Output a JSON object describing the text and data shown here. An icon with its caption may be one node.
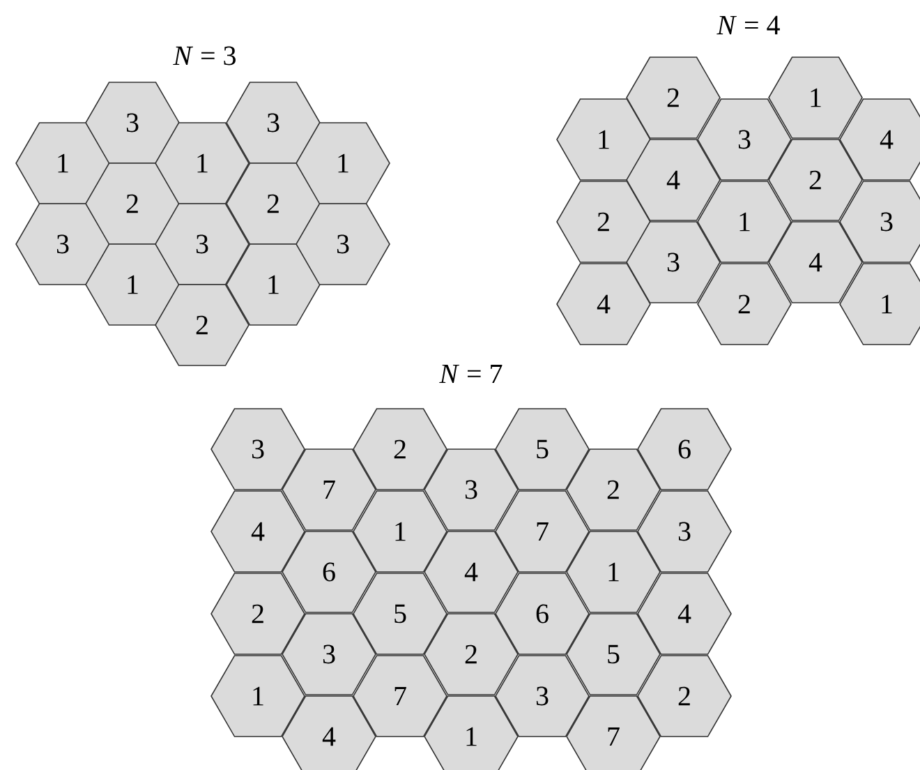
{
  "diagram": {
    "nodes": [
      {
        "text": [
          "1"
        ]
      },
      {
        "text": [
          "3"
        ]
      },
      {
        "text": [
          "3"
        ]
      },
      {
        "text": [
          "2"
        ]
      },
      {
        "text": [
          "1"
        ]
      },
      {
        "text": [
          "1"
        ]
      },
      {
        "text": [
          "3"
        ]
      },
      {
        "text": [
          "2"
        ]
      },
      {
        "text": [
          "3"
        ]
      },
      {
        "text": [
          "2"
        ]
      },
      {
        "text": [
          "1"
        ]
      },
      {
        "text": [
          "1"
        ]
      },
      {
        "text": [
          "3"
        ]
      },
      {
        "text": [
          "1"
        ]
      },
      {
        "text": [
          "2"
        ]
      },
      {
        "text": [
          "4"
        ]
      },
      {
        "text": [
          "2"
        ]
      },
      {
        "text": [
          "4"
        ]
      },
      {
        "text": [
          "3"
        ]
      },
      {
        "text": [
          "3"
        ]
      },
      {
        "text": [
          "1"
        ]
      },
      {
        "text": [
          "2"
        ]
      },
      {
        "text": [
          "1"
        ]
      },
      {
        "text": [
          "2"
        ]
      },
      {
        "text": [
          "4"
        ]
      },
      {
        "text": [
          "4"
        ]
      },
      {
        "text": [
          "3"
        ]
      },
      {
        "text": [
          "1"
        ]
      },
      {
        "text": [
          "3"
        ]
      },
      {
        "text": [
          "4"
        ]
      },
      {
        "text": [
          "2"
        ]
      },
      {
        "text": [
          "1"
        ]
      },
      {
        "text": [
          "7"
        ]
      },
      {
        "text": [
          "6"
        ]
      },
      {
        "text": [
          "3"
        ]
      },
      {
        "text": [
          "4"
        ]
      },
      {
        "text": [
          "2"
        ]
      },
      {
        "text": [
          "1"
        ]
      },
      {
        "text": [
          "5"
        ]
      },
      {
        "text": [
          "7"
        ]
      },
      {
        "text": [
          "3"
        ]
      },
      {
        "text": [
          "4"
        ]
      },
      {
        "text": [
          "2"
        ]
      },
      {
        "text": [
          "1"
        ]
      },
      {
        "text": [
          "5"
        ]
      },
      {
        "text": [
          "7"
        ]
      },
      {
        "text": [
          "6"
        ]
      },
      {
        "text": [
          "3"
        ]
      },
      {
        "text": [
          "2"
        ]
      },
      {
        "text": [
          "1"
        ]
      },
      {
        "text": [
          "5"
        ]
      },
      {
        "text": [
          "7"
        ]
      },
      {
        "text": [
          "6"
        ]
      },
      {
        "text": [
          "3"
        ]
      },
      {
        "text": [
          "4"
        ]
      },
      {
        "text": [
          "2"
        ]
      }
    ],
    "labels": [
      "*N* = 3",
      "*N* = 4",
      "*N* = 7"
    ]
  }
}
